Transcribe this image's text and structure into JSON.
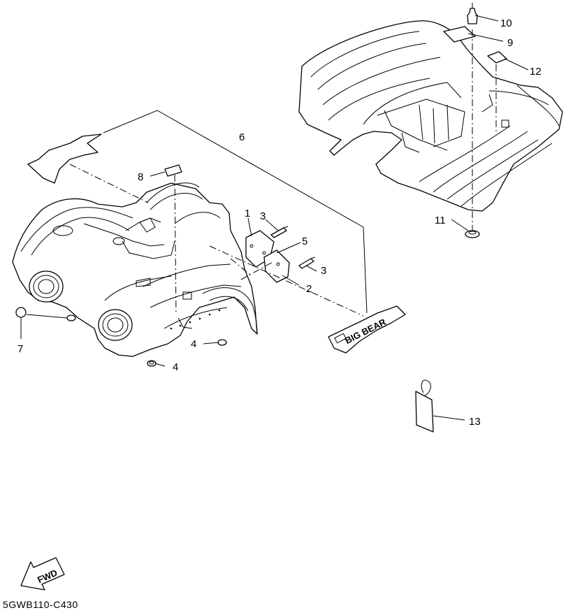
{
  "diagram": {
    "callouts": {
      "c1": "1",
      "c2": "2",
      "c3a": "3",
      "c3b": "3",
      "c4a": "4",
      "c4b": "4",
      "c5": "5",
      "c6": "6",
      "c7": "7",
      "c8": "8",
      "c9": "9",
      "c10": "10",
      "c11": "11",
      "c12": "12",
      "c13": "13"
    },
    "decal_text": "BIG BEAR",
    "fwd_label": "FWD",
    "drawing_code": "5GWB110-C430"
  }
}
